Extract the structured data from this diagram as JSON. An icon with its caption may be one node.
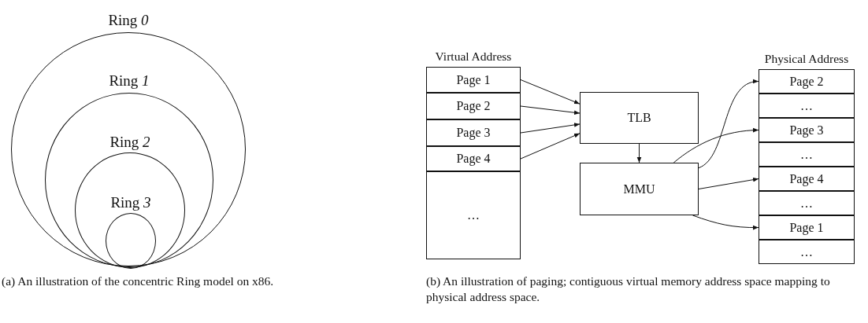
{
  "diagram": {
    "nodes": [
      {
        "text": [
          "Ring *0*"
        ]
      },
      {
        "text": [
          "Ring *1*"
        ],
        "in": 0
      },
      {
        "text": [
          "Ring *2*"
        ],
        "in": 1
      },
      {
        "text": [
          "Ring *3*"
        ],
        "in": 2
      },
      {
        "text": [
          "Virtual Address"
        ]
      },
      {
        "text": [
          "Page 1"
        ],
        "in": 4
      },
      {
        "text": [
          "Page 2"
        ],
        "in": 4
      },
      {
        "text": [
          "Page 3"
        ],
        "in": 4
      },
      {
        "text": [
          "Page 4"
        ],
        "in": 4
      },
      {
        "text": [
          "…"
        ],
        "in": 4
      },
      {
        "text": [
          "TLB"
        ]
      },
      {
        "text": [
          "MMU"
        ]
      },
      {
        "text": [
          "Physical Address"
        ]
      },
      {
        "text": [
          "Page 2"
        ],
        "in": 12
      },
      {
        "text": [
          "…"
        ],
        "in": 12
      },
      {
        "text": [
          "Page 3"
        ],
        "in": 12
      },
      {
        "text": [
          "…"
        ],
        "in": 12
      },
      {
        "text": [
          "Page 4"
        ],
        "in": 12
      },
      {
        "text": [
          "…"
        ],
        "in": 12
      },
      {
        "text": [
          "Page 1"
        ],
        "in": 12
      },
      {
        "text": [
          "…"
        ],
        "in": 12
      }
    ],
    "edges": [
      {
        "from": 5,
        "to": 10,
        "arrow": "to"
      },
      {
        "from": 6,
        "to": 10,
        "arrow": "to"
      },
      {
        "from": 7,
        "to": 10,
        "arrow": "to"
      },
      {
        "from": 8,
        "to": 10,
        "arrow": "to"
      },
      {
        "from": 10,
        "to": 11,
        "arrow": "to"
      },
      {
        "from": 11,
        "to": 13,
        "arrow": "to"
      },
      {
        "from": 11,
        "to": 15,
        "arrow": "to"
      },
      {
        "from": 11,
        "to": 17,
        "arrow": "to"
      },
      {
        "from": 11,
        "to": 19,
        "arrow": "to"
      }
    ],
    "labels": [
      "(a) An illustration of the concentric Ring model on x86.",
      "(b) An illustration of paging; contiguous virtual memory address space mapping to physical address space."
    ]
  }
}
